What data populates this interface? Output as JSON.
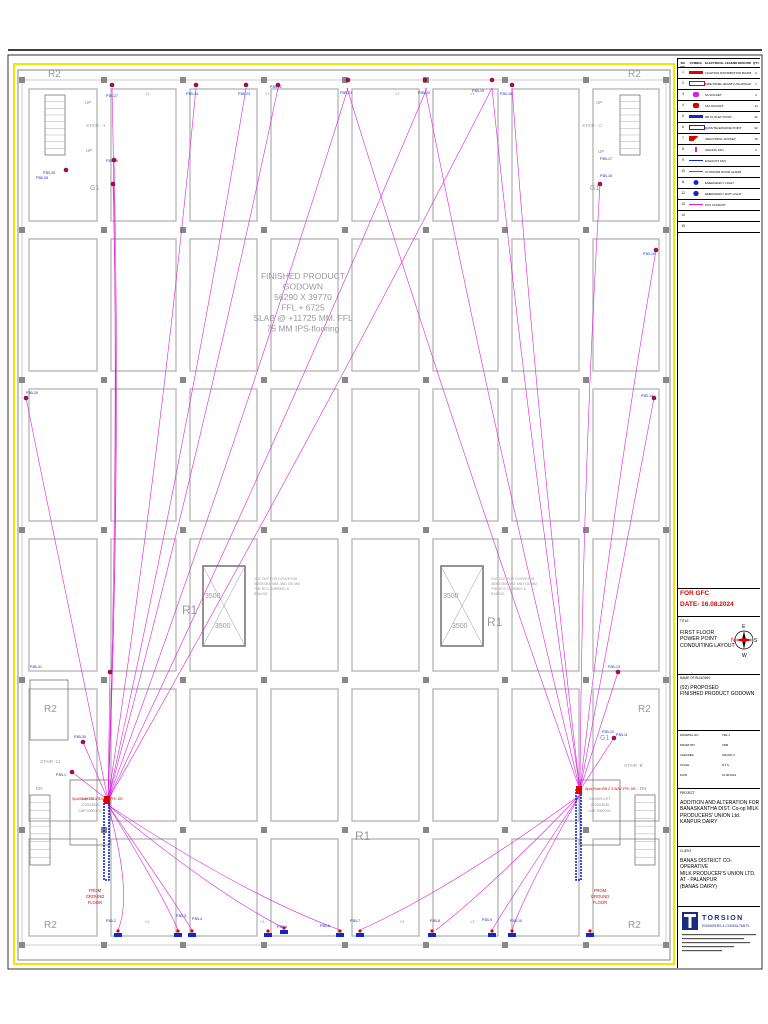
{
  "plan": {
    "room_title": [
      "FINISHED PRODUCT",
      "GODOWN",
      "56290 X 39770",
      "FFL + 6725",
      "SLAB @ +11725 MM. FFL",
      "75 MM IPS-flooring"
    ],
    "zone_labels": {
      "r1": "R1",
      "r2": "R2",
      "g1": "G1"
    },
    "grid_labels": [
      "V1"
    ],
    "stair_labels": [
      "STAIR - 1",
      "STAIR - C",
      "STAIR -11",
      "STAIR -B"
    ],
    "up_label": "UP",
    "dn_label": "DN",
    "lift_label": [
      "GOODS LIFT",
      "2720X3040",
      "CAP 2000 KG."
    ],
    "lift_size": "3500",
    "conveyor_note": [
      "CUT OUT FOR CONVEYOR",
      "3500X3500 MM. AND 150 MM",
      "THK RCC CURBING &",
      "RAILING"
    ],
    "from_ground_floor": [
      "FROM",
      "GROUND",
      "FLOOR"
    ],
    "db_left": "Spot Note DB 1 3-WAY FFK DB",
    "db_right": "Spot Note DB 2 3-WAY FFK DB",
    "point_labels": [
      "P3B-22",
      "P3B-21",
      "P3B-24",
      "P3B-23",
      "P3B-20",
      "P3B-19",
      "P3B-18",
      "P3B-17",
      "P3B-16",
      "P3B-15",
      "P3B-14",
      "P3B-13",
      "P3B-12",
      "P3B-11",
      "P3B-10",
      "P3B-9",
      "P3B-8",
      "P3B-7",
      "P3B-6",
      "P3B-5",
      "P3B-4",
      "P3B-3",
      "P3B-2",
      "P3B-1",
      "P3B-27",
      "P3B-26",
      "P3B-25",
      "P3B-28",
      "P3B-29",
      "P3B-30",
      "P3B-31"
    ]
  },
  "legend": {
    "headers": {
      "sr": "SR. NO.",
      "symbol": "SYMBOL",
      "desc": "ELECTRICAL LEGEND DESCRIPTION",
      "qty": "QTY"
    },
    "items": [
      {
        "num": "1",
        "desc": "LIGHTING DISTRIBUTION BOARD",
        "qty": "2",
        "sym": "red-bar"
      },
      {
        "num": "2",
        "desc": "FIRE PANEL (EXIST) LIGHTING/POWER",
        "qty": "1",
        "sym": "red-box"
      },
      {
        "num": "3",
        "desc": "5A SOCKET",
        "qty": "4",
        "sym": "pink-dot"
      },
      {
        "num": "4",
        "desc": "15A SOCKET",
        "qty": "14",
        "sym": "red-dot"
      },
      {
        "num": "5",
        "desc": "DB OUTLET POINT",
        "qty": "30",
        "sym": "blue-bar"
      },
      {
        "num": "6",
        "desc": "DATA/TELEPHONE POINT",
        "qty": "32",
        "sym": "blue-outline"
      },
      {
        "num": "7",
        "desc": "INDUSTRIAL SOCKET",
        "qty": "16",
        "sym": "red-tri"
      },
      {
        "num": "8",
        "desc": "CEILING FAN",
        "qty": "3",
        "sym": "pink-arrow"
      },
      {
        "num": "9",
        "desc": "EXHAUST FAN",
        "qty": "",
        "sym": "blue-line"
      },
      {
        "num": "10",
        "desc": "OUTDOOR DOOR ALARM",
        "qty": "",
        "sym": "green-line"
      },
      {
        "num": "11",
        "desc": "EMERGENCY LIGHT",
        "qty": "",
        "sym": "blue-diamond"
      },
      {
        "num": "12",
        "desc": "EMERGENCY EXIT LIGHT",
        "qty": "",
        "sym": "blue-diamond2"
      },
      {
        "num": "13",
        "desc": "PVC CONDUIT",
        "qty": "",
        "sym": "pink-line"
      },
      {
        "num": "14",
        "desc": "",
        "qty": "",
        "sym": ""
      },
      {
        "num": "15",
        "desc": "",
        "qty": "",
        "sym": ""
      }
    ]
  },
  "title_block": {
    "gfc": "FOR GFC",
    "date": "DATE- 16.08.2024",
    "title_label": "TITLE",
    "title": [
      "FIRST FLOOR",
      "POWER POINT",
      "CONDUITING LAYOUT"
    ],
    "building_label": "NAME OF BUILDING",
    "building": [
      "(02) PROPOSED",
      "FINISHED PRODUCT GODOWN"
    ],
    "info": [
      [
        "DRAWING NO.",
        "TEK-1"
      ],
      [
        "DRAWN BY",
        "VRM"
      ],
      [
        "CHECKED",
        "GROUP-2"
      ],
      [
        "SCALE",
        "N.T.S"
      ],
      [
        "DATE",
        "16.08.2024"
      ]
    ],
    "project_label": "PROJECT",
    "project": [
      "ADDITION AND ALTERATION FOR",
      "BANASKANTHA DIST. Co-op MILK",
      "PRODUCERS' UNION Ltd.",
      "KANPUR DAIRY"
    ],
    "client_label": "CLIENT",
    "client": [
      "BANAS DISTRICT CO-OPERATIVE",
      "MILK PRODUCER'S UNION LTD.",
      "AT - PALANPUR",
      "(BANAS DAIRY)"
    ],
    "consultant": [
      "TORSION",
      "ENGINEERS & CONSULTANTS"
    ],
    "compass": {
      "n": "N",
      "e": "E",
      "s": "S",
      "w": "W"
    }
  },
  "colors": {
    "grid": "#b8b8b8",
    "conduit": "#e020e0",
    "red": "#e00000",
    "blue": "#1028c8",
    "yellow": "#f2e600"
  }
}
